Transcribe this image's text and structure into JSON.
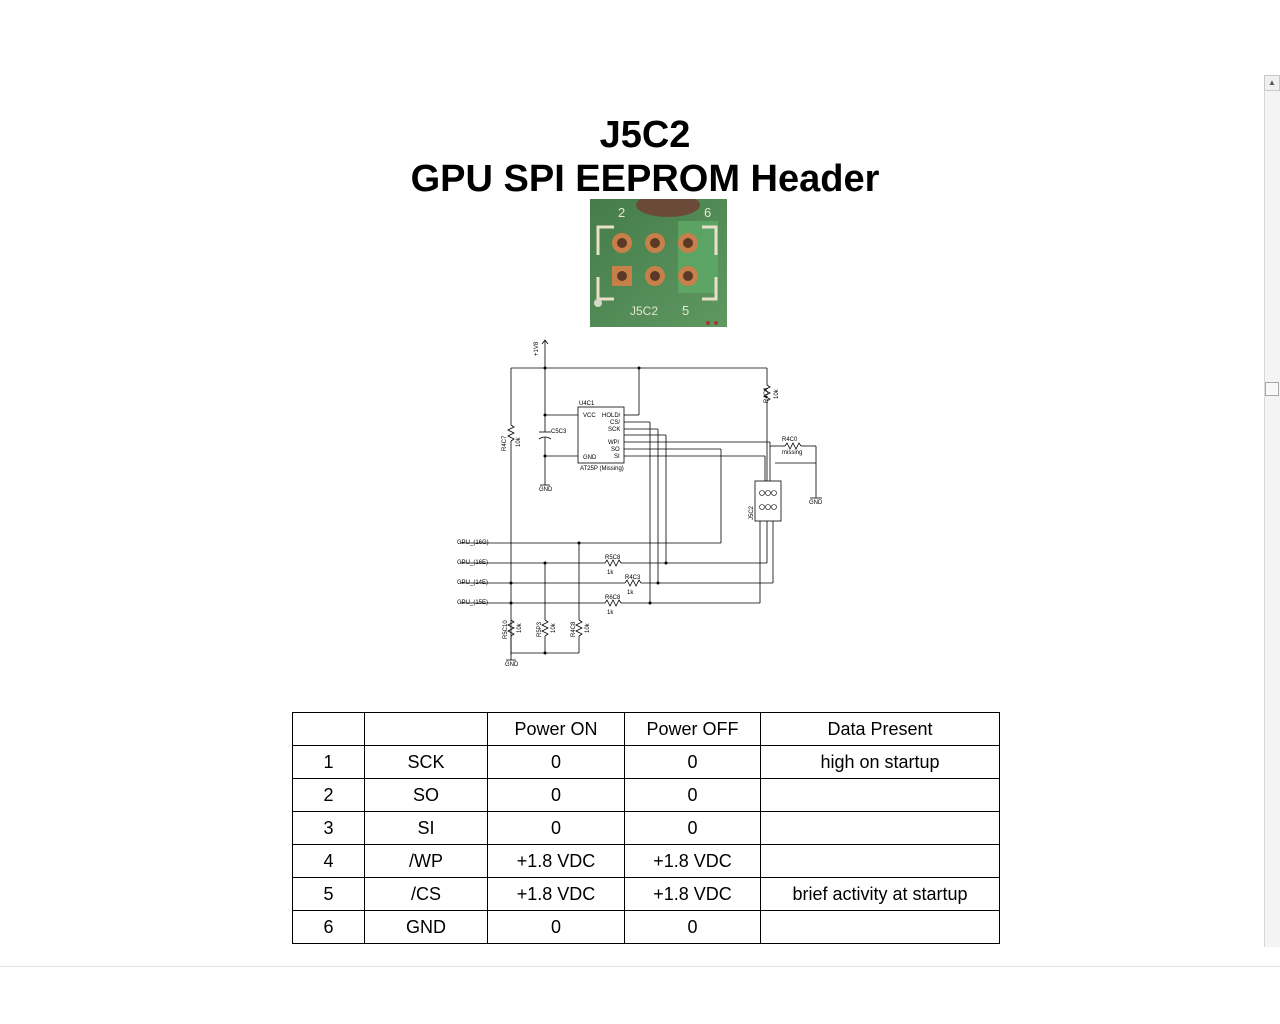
{
  "title": {
    "line1": "J5C2",
    "line2": "GPU SPI EEPROM Header"
  },
  "photo": {
    "pin_label_top_left": "2",
    "pin_label_top_right": "6",
    "pin_label_bottom_right": "5",
    "designator": "J5C2"
  },
  "schematic": {
    "supply": "+1V8",
    "chip_ref": "U4C1",
    "chip_part": "AT25P (Missing)",
    "chip_pins_left": [
      "VCC",
      "GND"
    ],
    "chip_pins_right": [
      "HOLD/",
      "CS/",
      "SCK",
      "WP/",
      "SO",
      "SI"
    ],
    "cap": "C5C3",
    "r4c7": "R4C7",
    "r4c7_val": "10k",
    "r4c4": "R4C4",
    "r4c4_val": "10k",
    "r4c0": "R4C0",
    "r4c0_val": "missing",
    "header": "J5C2",
    "gnd": "GND",
    "signals": [
      "GPU_(16G)",
      "GPU_(16E)",
      "GPU_(14E)",
      "GPU_(15E)"
    ],
    "r5c8": "R5C8",
    "r4c3": "R4C3",
    "r6c8": "R6C8",
    "series_val": "1k",
    "r5c10": "R5C10",
    "r5p3": "R5P3",
    "r4c8": "R4C8",
    "pulldown_val": "10k"
  },
  "table": {
    "headers": [
      "",
      "",
      "Power ON",
      "Power OFF",
      "Data Present"
    ],
    "rows": [
      [
        "1",
        "SCK",
        "0",
        "0",
        "high on startup"
      ],
      [
        "2",
        "SO",
        "0",
        "0",
        ""
      ],
      [
        "3",
        "SI",
        "0",
        "0",
        ""
      ],
      [
        "4",
        "/WP",
        "+1.8 VDC",
        "+1.8 VDC",
        ""
      ],
      [
        "5",
        "/CS",
        "+1.8 VDC",
        "+1.8 VDC",
        "brief activity at startup"
      ],
      [
        "6",
        "GND",
        "0",
        "0",
        ""
      ]
    ]
  }
}
